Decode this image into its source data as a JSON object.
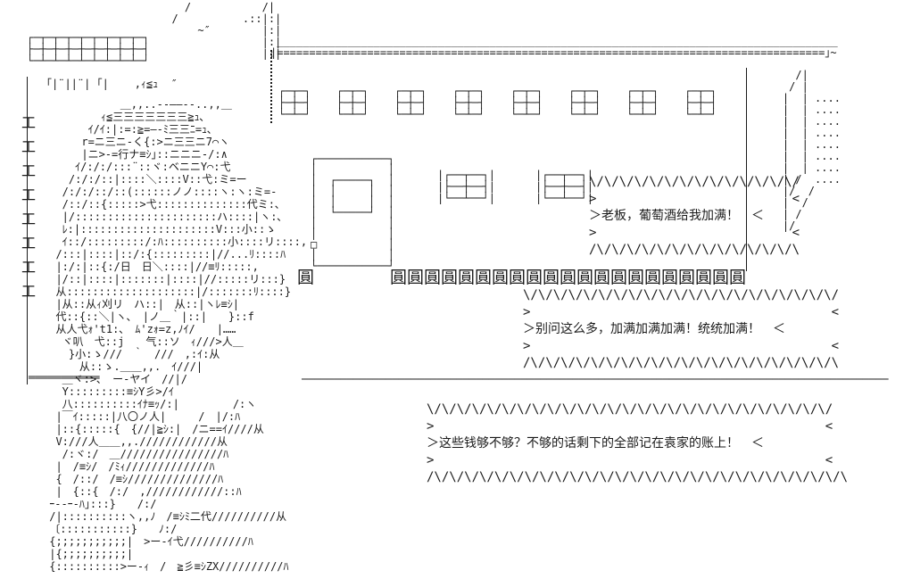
{
  "scene": {
    "description": "ASCII-art tavern scene: long-haired character at a counter ordering wine",
    "background_color": "#ffffff",
    "ink_color": "#1a1a1a"
  },
  "dialogue": [
    {
      "speaker_cue": ">",
      "text": "老板，葡萄酒给我加满！"
    },
    {
      "speaker_cue": ">",
      "text": "别问这么多，加满加满加满！统统加满！"
    },
    {
      "speaker_cue": ">",
      "text": "这些钱够不够？不够的话剩下的全部记在袁家的账上！"
    }
  ],
  "art": {
    "top_left_grid": [
      "┌─┬─┬─┬─┬─┬─┬─┬─┬─┐",
      "├─┼─┼─┼─┼─┼─┼─┼─┼─┤",
      "└─┴─┴─┴─┴─┴─┴─┴─┴─┘"
    ],
    "top_deco": [
      "    /           /|",
      "  /          .::|:|",
      "      ~″        |:|",
      "                |:|",
      "                |:|"
    ],
    "roof_band": [
      " _______________________________________________________________________________________",
      "|=====================================================================================｣~"
    ],
    "windows_row": [
      "┌─┬─┐    ┌─┬─┐    ┌─┬─┐    ┌─┬─┐    ┌─┬─┐    ┌─┬─┐    ┌─┬─┐    ┌─┬─┐",
      "├─┼─┤    ├─┼─┤    ├─┼─┤    ├─┼─┤    ├─┼─┤    ├─┼─┤    ├─┼─┤    ├─┼─┤",
      "└─┴─┘    └─┴─┘    └─┴─┘    └─┴─┘    └─┴─┘    └─┴─┘    └─┴─┘    └─┴─┘"
    ],
    "right_pillar": [
      "      /|",
      "     / |",
      "    |  | ....",
      "    |  | ....",
      "    |  | ....",
      "    |  | ....",
      "    |  | ....",
      "    |  | ....",
      "    |  | ....",
      "    | /  ....",
      "    |/  /",
      "    |  /",
      "    | /",
      "    |/"
    ],
    "wall_top": "｢|¨||¨| ｢|    ,ｨ≦ｭ  ″",
    "left_wall_marks": [
      "工",
      "工",
      "工",
      "工",
      "工",
      "工",
      "工",
      "工"
    ],
    "door": [
      "┌───────────┐",
      "│           │",
      "│  ┌─────┐  │",
      "│  │     │  │",
      "│  │     │  │",
      "│  └─────┘  │",
      "│           │",
      "│           │",
      "□           │",
      "│           │",
      "└───────────┘"
    ],
    "small_window": [
      "|┌──┬──┐|",
      "|├──┼──┤|",
      "|└──┴──┘|"
    ],
    "circles_row": "圓圓圓圓圓圓圓圓圓圓圓圓圓圓圓圓圓圓圓圓圓",
    "single_circle": "圓",
    "ground_left": "═══════════",
    "ground_right": "───────────────────────────────────────────────────────────────────────────────────────────",
    "character": [
      "            ＿,,..--――--..,,＿",
      "         ｨ≦三三三三三三三≧ｭ､",
      "       ｲ/ｲ:|:=:≧=―-ﾐ三三ﾆ=ｭ､",
      "      r=ニ三ニ-く{:>ニ三三ニ7⌒ヽ",
      "      |ニ>-=行ナ≡ｼ｣::ニニニ-/:∧",
      "     ｲ/:/:/:::¨::ヾ:ベニニY⌒:弋",
      "    /:/:/::|::::＼::::V::弋:ミ=ー",
      "   /:/:/::/::(::::::ノノ::::ヽ:ヽ:ミ=-",
      "   /::/::{:::::>弋::::::::::::::代ミ:､",
      "   |/::::::::::::::::::::::ハ::::|ヽ:､",
      "   ﾚ:|:::::::::::::::::::::V:::小::ゝ",
      "   ｲ::/:::::::::/:ﾊ::::::::::小::::リ::::,",
      "  /:::|::::|::/:{:::::::::|//...ﾘ::::ﾊ",
      "  |:/:|::{:/日　日＼::::|//≡ﾘ:::::,",
      "  |/::|::::|:::::::|::::|//:::::リ:::}",
      "  从::::::::::::::::::::|/:::::::ﾘ::::}",
      "  |从::从ｨ刈リ　ハ::|　从::|ヽﾚ≡ｼ|",
      "  代::{::＼|ヽ､　|ノ＿｀|::|　　}::f",
      "  从人弋ｫ't1:､　ﾑ'zｫ=z,ﾉｲ/　　|……",
      "   ヾ叭　弋::j　　气::ソ　ｨ///>人＿",
      "    }小:ゝ///　｀　///　,:ｲ:从",
      "    　从::ゝ.＿＿,,.　ｲ///|",
      "   ＿ヾ:>､　ー-ヤイ　//|/",
      "   Y:::::::::≡ｼY彡>/ｲ",
      "   八::::::::::ｲﾅ≡ｯ/:|　　　　　/:ヽ",
      "  |￣ｲ:::::|八〇ノ人|　　　/　|/:ﾊ",
      "  |::{:::::{　{//|≧ｼ:|　/ニ==ｲ////从",
      "  V:///人＿＿,,.////////////从",
      "   /:ヾ:/　＿////////////////ﾊ",
      "  |　/≡ｼ/　/ﾐｨ/////////////ﾊ",
      "  {　/::/　/≡ｼ//////////////ﾊ",
      "  |　{::{　/:/　,////////////::ﾊ",
      " ｰ--ｰ-ﾊ｣:::}　　/:/",
      " /|::::::::::ヽ,,ﾉ　/≡ｼﾐ二代//////////从",
      " 〔:::::::::::}　　ﾉ:/",
      " {;;;;;;;;;;;|　>ー-ｲ弋//////////ﾊ",
      " |{;;;;;;;;;;|",
      " {::::::::::>ー-ｨ　/　≧彡≡ｼZX//////////ﾊ"
    ]
  },
  "bubbles": [
    {
      "lines": [
        "\\/\\/\\/\\/\\/\\/\\/\\/\\/\\/\\/\\/\\/\\/",
        ">                          <",
        "＞老板，葡萄酒给我加满！　＜",
        ">                          <",
        "/\\/\\/\\/\\/\\/\\/\\/\\/\\/\\/\\/\\/\\/\\"
      ]
    },
    {
      "lines": [
        "\\/\\/\\/\\/\\/\\/\\/\\/\\/\\/\\/\\/\\/\\/\\/\\/\\/\\/\\/\\/\\/",
        ">                                        <",
        "＞别问这么多，加满加满加满！统统加满！　＜",
        ">                                        <",
        "/\\/\\/\\/\\/\\/\\/\\/\\/\\/\\/\\/\\/\\/\\/\\/\\/\\/\\/\\/\\/\\"
      ]
    },
    {
      "lines": [
        "\\/\\/\\/\\/\\/\\/\\/\\/\\/\\/\\/\\/\\/\\/\\/\\/\\/\\/\\/\\/\\/\\/\\/\\/\\/\\/\\/",
        ">                                                    <",
        "＞这些钱够不够？不够的话剩下的全部记在袁家的账上！　＜",
        ">                                                    <",
        "/\\/\\/\\/\\/\\/\\/\\/\\/\\/\\/\\/\\/\\/\\/\\/\\/\\/\\/\\/\\/\\/\\/\\/\\/\\/\\/\\/\\"
      ]
    }
  ]
}
